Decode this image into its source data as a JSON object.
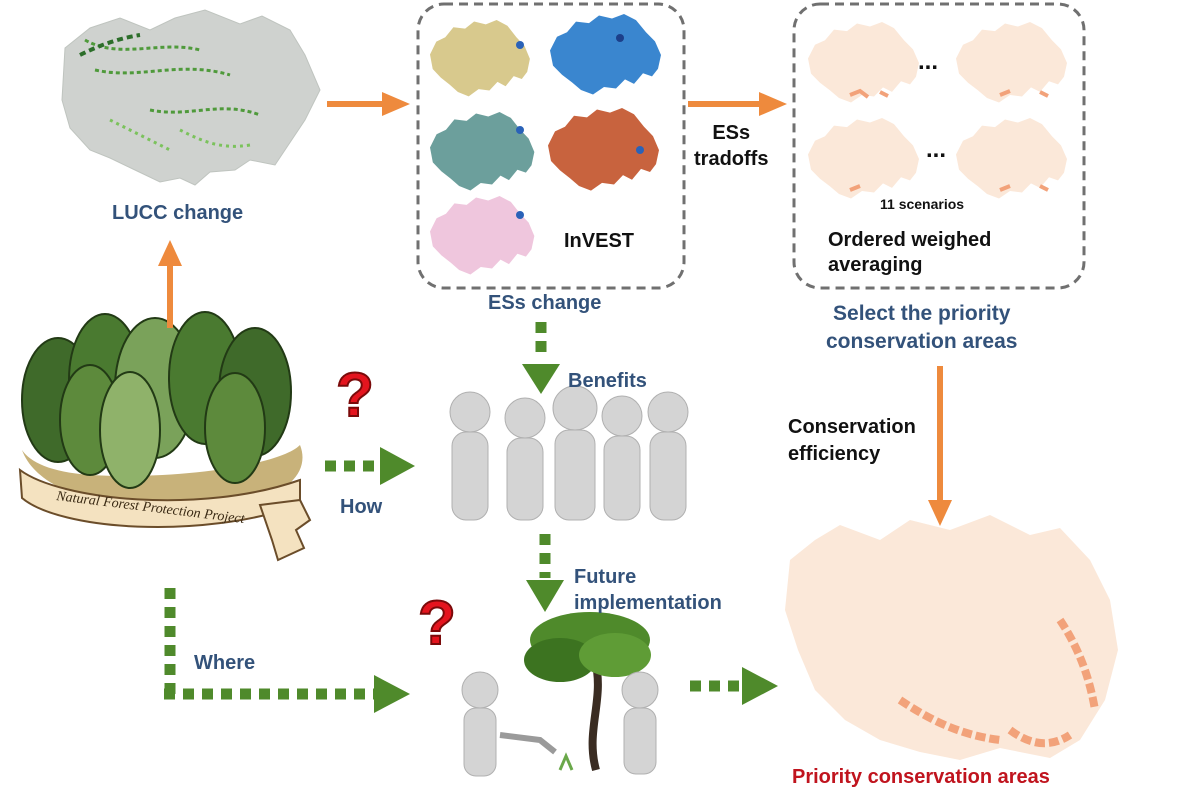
{
  "labels": {
    "lucc_change": "LUCC change",
    "invest": "InVEST",
    "ess_change": "ESs change",
    "ess_tradoffs": "ESs\ntradoffs",
    "ellipsis_top": "...",
    "ellipsis_mid": "...",
    "scenarios": "11 scenarios",
    "owa": "Ordered weighed\naveraging",
    "select_priority": "Select the priority\nconservation areas",
    "benefits": "Benefits",
    "conservation_efficiency": "Conservation\nefficiency",
    "how": "How",
    "future_implementation": "Future\nimplementation",
    "where": "Where",
    "project_banner": "Natural Forest Protection Project",
    "priority_areas": "Priority conservation areas",
    "question_mark": "?"
  },
  "colors": {
    "orange_arrow": "#ee8a3d",
    "green_arrow": "#4f8a2b",
    "blue_label": "#33527a",
    "red_label": "#c0141e",
    "dashed_box": "#707070",
    "map_light": "#fbe8d9",
    "map_accent": "#f2a27a"
  }
}
